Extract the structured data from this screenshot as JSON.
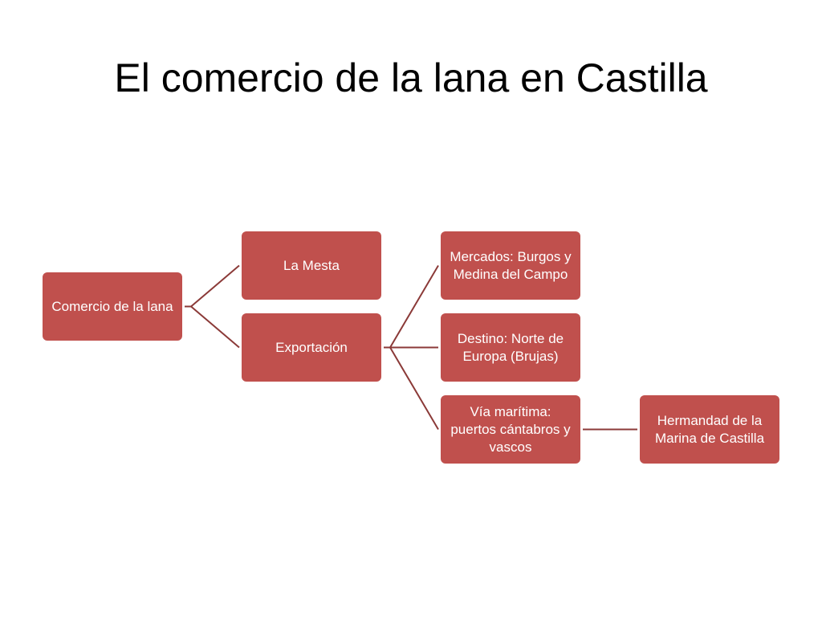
{
  "title": "El comercio de la lana en Castilla",
  "colors": {
    "node_fill": "#C0504D",
    "node_text": "#FFFFFF",
    "connector": "#8B3A38",
    "background": "#FFFFFF"
  },
  "nodes": {
    "root": "Comercio de la lana",
    "mesta": "La Mesta",
    "exportacion": "Exportación",
    "mercados": "Mercados: Burgos y Medina del Campo",
    "destino": "Destino: Norte de Europa (Brujas)",
    "via_maritima": "Vía marítima: puertos cántabros y vascos",
    "hermandad": "Hermandad de la Marina de Castilla"
  },
  "edges": [
    [
      "root",
      "mesta"
    ],
    [
      "root",
      "exportacion"
    ],
    [
      "exportacion",
      "mercados"
    ],
    [
      "exportacion",
      "destino"
    ],
    [
      "exportacion",
      "via_maritima"
    ],
    [
      "via_maritima",
      "hermandad"
    ]
  ]
}
